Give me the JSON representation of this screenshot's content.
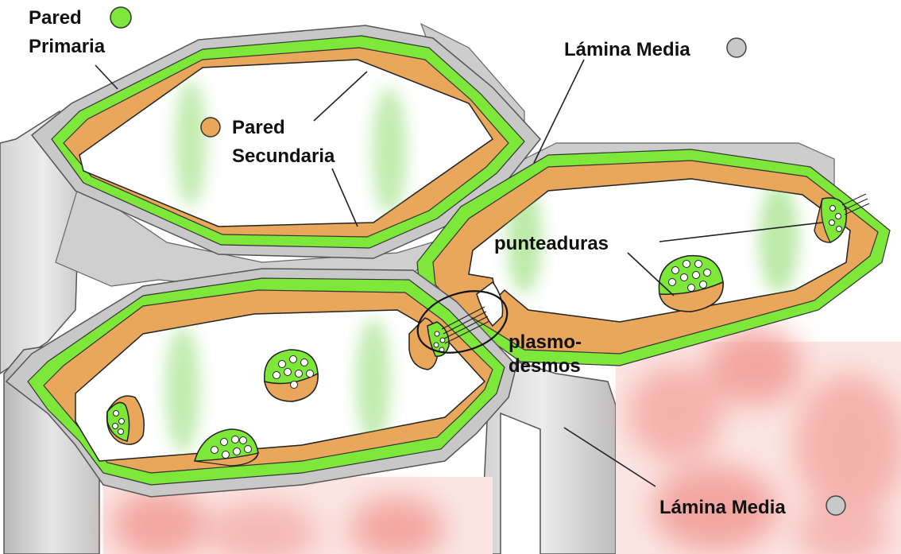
{
  "labels": {
    "primary_wall": [
      "Pared",
      "Primaria"
    ],
    "middle_lamella_top": "Lámina Media",
    "secondary_wall": [
      "Pared",
      "Secundaria"
    ],
    "pits": "punteaduras",
    "plasmodesmata": [
      "plasmo-",
      "desmos"
    ],
    "middle_lamella_bottom": "Lámina Media"
  },
  "legend_colors": {
    "primary_wall": "#7ee83a",
    "secondary_wall": "#e8a75a",
    "middle_lamella": "#c8c8c8"
  },
  "colors": {
    "cell_interior": "#ffffff",
    "green_tint": "#cdeec0",
    "red_tint": "#f4b0ac",
    "outline": "#1a1a1a"
  }
}
